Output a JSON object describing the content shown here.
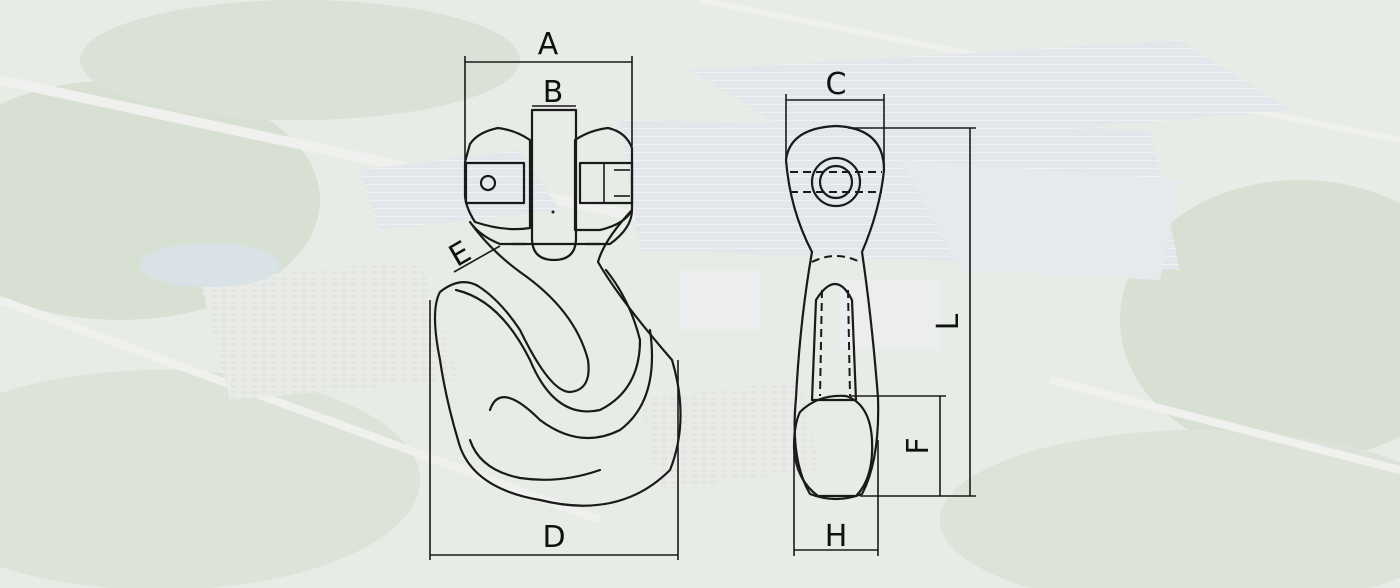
{
  "colors": {
    "line": "#1a1a1a",
    "background": "#dfe4df",
    "overlay": "#ffffff"
  },
  "front_view": {
    "dimensions": [
      {
        "id": "A",
        "label": "A"
      },
      {
        "id": "B",
        "label": "B"
      },
      {
        "id": "D",
        "label": "D"
      },
      {
        "id": "E",
        "label": "E"
      }
    ]
  },
  "side_view": {
    "dimensions": [
      {
        "id": "C",
        "label": "C"
      },
      {
        "id": "L",
        "label": "L"
      },
      {
        "id": "F",
        "label": "F"
      },
      {
        "id": "H",
        "label": "H"
      }
    ]
  }
}
